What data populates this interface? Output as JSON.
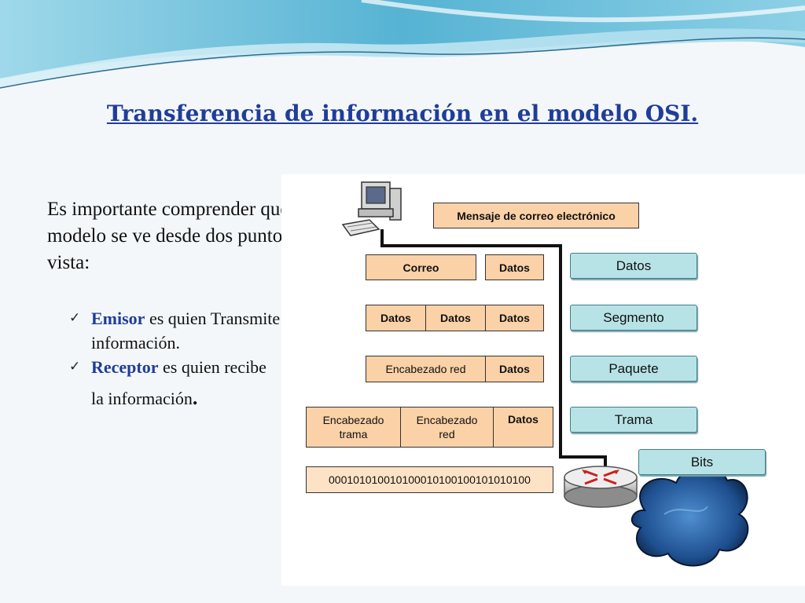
{
  "slide": {
    "title": "Transferencia de información en el modelo OSI.",
    "intro": "Es importante  comprender que el modelo se ve desde dos puntos de vista:",
    "bullets": [
      {
        "keyword": "Emisor",
        "text": " es quien Transmite información."
      },
      {
        "keyword": "Receptor",
        "text": " es quien recibe",
        "tail": "la información",
        "tail_end": "."
      }
    ]
  },
  "diagram": {
    "message": "Mensaje de correo electrónico",
    "rows": [
      {
        "cells": [
          "Correo",
          "Datos"
        ]
      },
      {
        "cells": [
          "Datos",
          "Datos",
          "Datos"
        ]
      },
      {
        "cells": [
          "Encabezado red",
          "Datos"
        ]
      },
      {
        "cells": [
          "Encabezado trama",
          "Encabezado red",
          "Datos"
        ]
      }
    ],
    "bits": "000101010010100010100100101010100",
    "pdu_labels": [
      "Datos",
      "Segmento",
      "Paquete",
      "Trama",
      "Bits"
    ]
  },
  "icons": [
    "computer-icon",
    "router-icon",
    "network-cloud-icon",
    "check-icon"
  ],
  "colors": {
    "title": "#1f3d99",
    "packet_fill": "#fbd1a7",
    "pdu_fill": "#b8e3e6",
    "banner": "#5fb8d6"
  }
}
